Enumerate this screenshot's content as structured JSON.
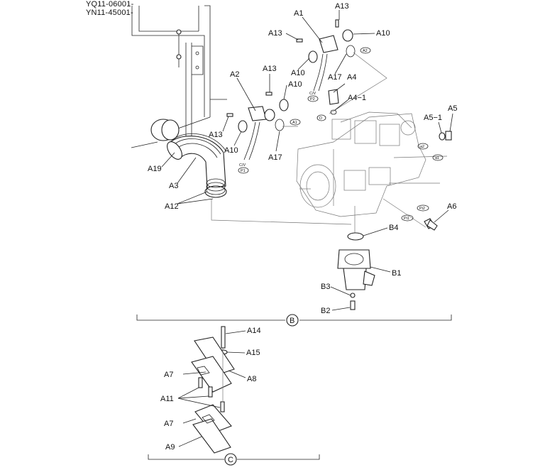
{
  "serials": [
    "YQ11-06001-",
    "YN11-45001-"
  ],
  "callouts": {
    "A13_top": "A13",
    "A1": "A1",
    "A10_top": "A10",
    "A13_mid": "A13",
    "A10_mid": "A10",
    "A17_top": "A17",
    "A4": "A4",
    "A13_left2": "A13",
    "A2": "A2",
    "A10_left": "A10",
    "A4_1": "A4−1",
    "A5_1": "A5−1",
    "A5": "A5",
    "A13_low": "A13",
    "A10_low": "A10",
    "A17_low": "A17",
    "A19": "A19",
    "A3": "A3",
    "A12": "A12",
    "A6": "A6",
    "B4": "B4",
    "B1": "B1",
    "B3": "B3",
    "B2": "B2",
    "A14": "A14",
    "A15": "A15",
    "A7_top": "A7",
    "A8": "A8",
    "A11": "A11",
    "A7_bot": "A7",
    "A9": "A9"
  },
  "port_tags": {
    "a2": "A2",
    "a1": "A1",
    "d": "D",
    "pa2": "a2",
    "pa1": "a1",
    "pi2": "Pi2",
    "pi1": "Pi1"
  },
  "cv_tags": {
    "cv": "C/V",
    "p2": "P2",
    "p1": "P1"
  },
  "group_marks": {
    "b": "B",
    "c": "C"
  }
}
